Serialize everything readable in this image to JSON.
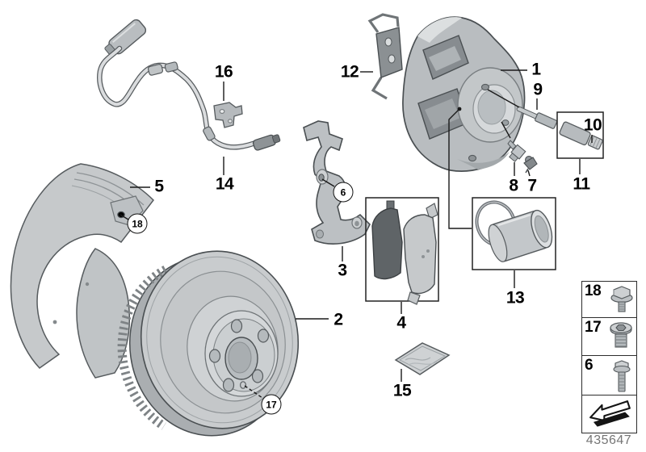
{
  "diagram": {
    "footer_code": "435647",
    "background_color": "#ffffff",
    "line_color": "#1a1a1a",
    "part_fill_color": "#c9ccce",
    "dark_part_color": "#5f6467"
  },
  "callouts": {
    "c1": "1",
    "c2": "2",
    "c3": "3",
    "c4": "4",
    "c5": "5",
    "c7": "7",
    "c8": "8",
    "c9": "9",
    "c10": "10",
    "c11": "11",
    "c12": "12",
    "c13": "13",
    "c14": "14",
    "c15": "15",
    "c16": "16",
    "circled6": "6",
    "circled17": "17",
    "circled18": "18"
  },
  "legend": {
    "items": [
      {
        "label": "18",
        "icon": "flange-bolt-icon"
      },
      {
        "label": "17",
        "icon": "countersunk-plug-icon"
      },
      {
        "label": "6",
        "icon": "hex-bolt-icon"
      },
      {
        "label": "",
        "icon": "direction-arrow-icon"
      }
    ]
  }
}
